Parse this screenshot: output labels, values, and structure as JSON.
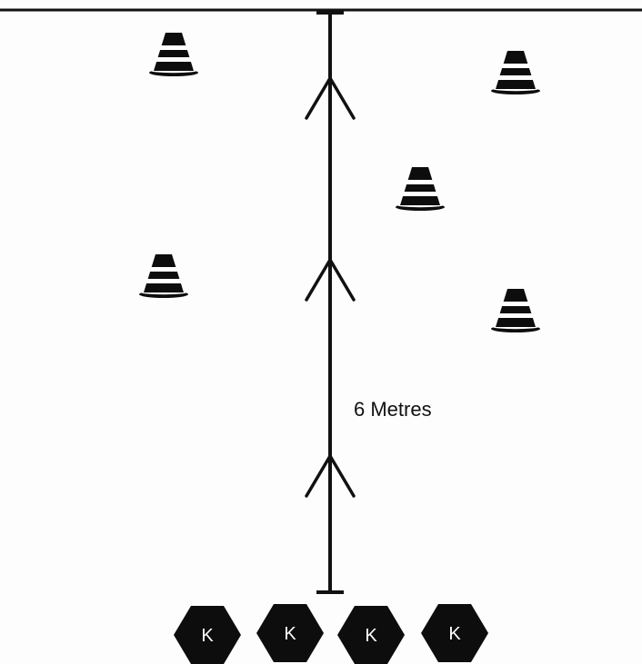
{
  "diagram": {
    "distance_label": "6 Metres",
    "direction": "up",
    "colors": {
      "line": "#111111",
      "cone": "#0d0d0d",
      "cone_stripe": "#ffffff",
      "marker_fill": "#0d0d0d",
      "marker_text": "#ffffff",
      "background": "#fdfdfd"
    },
    "cone_count": 5,
    "direction_arrow_count": 3,
    "players": [
      {
        "label": "K",
        "icon": "hexagon-marker"
      },
      {
        "label": "K",
        "icon": "hexagon-marker"
      },
      {
        "label": "K",
        "icon": "hexagon-marker"
      },
      {
        "label": "K",
        "icon": "hexagon-marker"
      }
    ]
  }
}
